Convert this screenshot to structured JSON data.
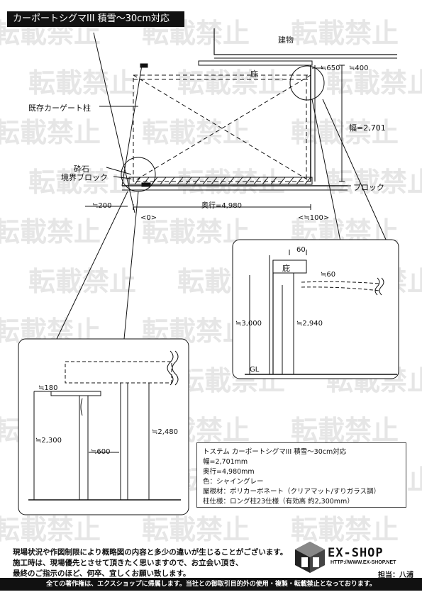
{
  "title": "カーポートシグマIII 積雪～30cm対応",
  "watermark": "転載禁止",
  "plan": {
    "building": "建物",
    "eave": "庇",
    "eave_offset": "≒650",
    "eave_offset2": "≒400",
    "existing_post": "既存カーゲート柱",
    "width": "幅=2,701",
    "gravel": "砕石",
    "boundary_block": "境界ブロック",
    "block": "ブロック",
    "offset_left": "≒200",
    "depth": "奥行=4,980",
    "gap_left": "<0>",
    "gap_right": "<≒100>"
  },
  "detail_right": {
    "d60a": "60",
    "eave": "庇",
    "d60b": "≒60",
    "h3000": "≒3,000",
    "h2940": "≒2,940",
    "gl": "GL"
  },
  "detail_left": {
    "d180": "≒180",
    "h2300": "≒2,300",
    "d600": "≒600",
    "h2480": "≒2,480"
  },
  "spec": [
    "トステム カーポートシグマIII 積雪～30cm対応",
    "幅=2,701mm",
    "奥行=4,980mm",
    "色：シャイングレー",
    "屋根材：ポリカーボネート（クリアマット/すりガラス調）",
    "柱仕様：ロング柱23仕様（有効高 約2,300mm）"
  ],
  "notes": [
    "現場状況や作図制限により概略図の内容と多少の違いが生じることがございます。",
    "施工時は、現場優先とさせて頂きたく思いますので、お立会い頂き、",
    "最終のご指示のほど、何卒、宜しくお願い致します。"
  ],
  "logo": {
    "name": "EX-SHOP",
    "url": "HTTP://WWW.EX-SHOP.NET"
  },
  "staff": "担当：八浦",
  "footer": "全ての著作権は、エクスショップに帰属します。当社との御取引目的外の使用・複製・転載禁止となっております。"
}
